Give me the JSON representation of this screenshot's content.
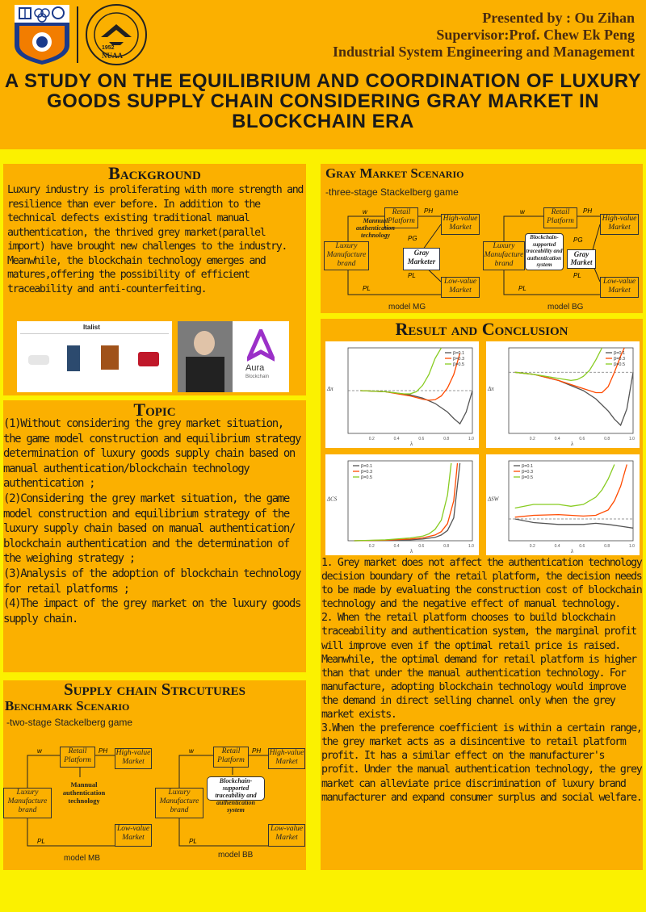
{
  "header": {
    "presenter": "Presented by : Ou Zihan",
    "supervisor": "Supervisor:Prof. Chew Ek Peng",
    "program": "Industrial System Engineering and Management",
    "title": "A study on the equilibrium and coordination of luxury goods supply chain considering gray market in blockchain era",
    "logo2_text": "NUAA",
    "logo2_year": "1952"
  },
  "background": {
    "heading": "Background",
    "text": "Luxury industry is proliferating with more strength and resilience than ever before. In addition to the technical defects existing traditional manual authentication, the thrived grey market(parallel import) have brought new challenges to the industry. Meanwhile, the blockchain technology emerges and matures,offering the possibility of efficient traceability and anti-counterfeiting.",
    "shop_brand": "Italist",
    "aura_brand": "Aura",
    "aura_sub": "Blockchain"
  },
  "topic": {
    "heading": "Topic",
    "items": [
      "(1)Without considering the grey market situation, the game model construction and equilibrium strategy determination of luxury goods supply chain based on manual authentication/blockchain technology authentication ;",
      "(2)Considering the grey market situation, the game model construction and equilibrium strategy of the luxury supply chain based on manual authentication/ blockchain authentication and the determination of the weighing strategy ;",
      "(3)Analysis of the adoption of  blockchain technology for retail platforms ;",
      "(4)The impact of the grey market on the luxury goods supply chain."
    ]
  },
  "supply": {
    "heading": "Supply chain Strcutures",
    "subheading": "Benchmark Scenario",
    "subnote": "-two-stage Stackelberg game",
    "model_mb": "model MB",
    "model_bb": "model BB"
  },
  "gray": {
    "heading": "Gray Market Scenario",
    "subnote": "-three-stage Stackelberg game",
    "model_mg": "model MG",
    "model_bg": "model BG"
  },
  "diagram": {
    "retail": "Retail Platform",
    "high": "High-value Market",
    "low": "Low-value Market",
    "manuf": "Luxury Manufacture brand",
    "manual": "Mannual authentication technology",
    "blockchain": "Blockchain-supported traceability and authentication system",
    "gray_marketer": "Gray Marketer",
    "gray_market": "Gray Market",
    "w": "w",
    "ph": "PH",
    "pl": "PL",
    "pg": "PG"
  },
  "result": {
    "heading": "Result and Conclusion",
    "p1": "1. Grey market does not affect the authentication technology decision boundary of the retail platform, the decision needs to be made by evaluating the construction cost of blockchain technology and the negative effect of manual technology.",
    "p2": "2. When the retail platform chooses to build blockchain traceability and authentication system, the marginal profit will improve even if the optimal retail price is raised. Meanwhile, the optimal demand for retail platform is higher than that under the manual authentication technology. For manufacture, adopting blockchain technology would improve the demand in direct selling channel only when the grey market exists.",
    "p3": "3.When the preference coefficient is within a certain range, the grey market acts as a disincentive to retail platform profit. It has a similar effect on the manufacturer's profit. Under the manual authentication technology, the grey market can alleviate price discrimination of luxury brand manufacturer and expand consumer surplus and social welfare."
  },
  "chart_data": [
    {
      "type": "line",
      "ylabel": "Δπ",
      "xlabel": "λ",
      "xlim": [
        0,
        1
      ],
      "ylim": [
        -0.08,
        0.08
      ],
      "legend": [
        "β=0.1",
        "β=0.3",
        "β=0.5"
      ],
      "series": [
        {
          "name": "β=0.1",
          "x": [
            0.1,
            0.3,
            0.5,
            0.6,
            0.7,
            0.8,
            0.85,
            0.9,
            0.95,
            1.0
          ],
          "values": [
            0,
            -0.002,
            -0.008,
            -0.014,
            -0.024,
            -0.04,
            -0.052,
            -0.062,
            -0.04,
            0.0
          ]
        },
        {
          "name": "β=0.3",
          "x": [
            0.1,
            0.3,
            0.5,
            0.6,
            0.65,
            0.7,
            0.75,
            0.8,
            0.85,
            0.9
          ],
          "values": [
            0,
            -0.002,
            -0.01,
            -0.016,
            -0.018,
            -0.017,
            -0.01,
            0.005,
            0.03,
            0.07
          ]
        },
        {
          "name": "β=0.5",
          "x": [
            0.1,
            0.3,
            0.45,
            0.5,
            0.55,
            0.6,
            0.65,
            0.7,
            0.75
          ],
          "values": [
            0,
            -0.002,
            -0.006,
            -0.006,
            -0.002,
            0.01,
            0.03,
            0.06,
            0.08
          ]
        }
      ]
    },
    {
      "type": "line",
      "ylabel": "Δπ",
      "xlabel": "λ",
      "xlim": [
        0,
        1
      ],
      "ylim": [
        -0.15,
        0.06
      ],
      "legend": [
        "β=0.1",
        "β=0.3",
        "β=0.5"
      ],
      "series": [
        {
          "name": "β=0.1",
          "x": [
            0.05,
            0.2,
            0.4,
            0.6,
            0.7,
            0.8,
            0.85,
            0.9,
            0.95,
            1.0
          ],
          "values": [
            0,
            -0.005,
            -0.02,
            -0.045,
            -0.065,
            -0.095,
            -0.115,
            -0.13,
            -0.09,
            0.0
          ]
        },
        {
          "name": "β=0.3",
          "x": [
            0.05,
            0.2,
            0.4,
            0.6,
            0.7,
            0.75,
            0.8,
            0.85,
            0.9,
            0.93
          ],
          "values": [
            0,
            -0.005,
            -0.02,
            -0.04,
            -0.05,
            -0.05,
            -0.035,
            0.0,
            0.04,
            0.06
          ]
        },
        {
          "name": "β=0.5",
          "x": [
            0.05,
            0.2,
            0.4,
            0.5,
            0.55,
            0.6,
            0.65,
            0.7,
            0.75
          ],
          "values": [
            0,
            -0.005,
            -0.015,
            -0.02,
            -0.018,
            -0.01,
            0.005,
            0.03,
            0.06
          ]
        }
      ]
    },
    {
      "type": "line",
      "ylabel": "ΔCS",
      "xlabel": "λ",
      "xlim": [
        0,
        1
      ],
      "ylim": [
        0,
        70
      ],
      "legend": [
        "β=0.1",
        "β=0.3",
        "β=0.5"
      ],
      "series": [
        {
          "name": "β=0.1",
          "x": [
            0.05,
            0.3,
            0.5,
            0.6,
            0.7,
            0.75,
            0.8,
            0.85,
            0.9
          ],
          "values": [
            0,
            0.3,
            0.8,
            1.5,
            3,
            5,
            9,
            20,
            68
          ]
        },
        {
          "name": "β=0.3",
          "x": [
            0.05,
            0.3,
            0.5,
            0.6,
            0.7,
            0.75,
            0.8,
            0.85,
            0.88
          ],
          "values": [
            0,
            0.5,
            1.5,
            2.5,
            5,
            8,
            15,
            35,
            68
          ]
        },
        {
          "name": "β=0.5",
          "x": [
            0.05,
            0.3,
            0.5,
            0.6,
            0.65,
            0.7,
            0.75,
            0.8,
            0.83
          ],
          "values": [
            0,
            0.8,
            2.5,
            4,
            6,
            10,
            18,
            40,
            68
          ]
        }
      ]
    },
    {
      "type": "line",
      "ylabel": "ΔSW",
      "xlabel": "λ",
      "xlim": [
        0,
        1
      ],
      "ylim": [
        -0.06,
        0.16
      ],
      "legend": [
        "β=0.1",
        "β=0.3",
        "β=0.5"
      ],
      "series": [
        {
          "name": "β=0.1",
          "x": [
            0.05,
            0.2,
            0.4,
            0.6,
            0.7,
            0.8,
            0.9,
            1.0
          ],
          "values": [
            0,
            -0.01,
            -0.015,
            -0.015,
            -0.012,
            -0.015,
            -0.02,
            -0.025
          ]
        },
        {
          "name": "β=0.3",
          "x": [
            0.05,
            0.2,
            0.4,
            0.6,
            0.7,
            0.8,
            0.85,
            0.9,
            0.95
          ],
          "values": [
            0.005,
            0.01,
            0.012,
            0.008,
            0.01,
            0.025,
            0.05,
            0.09,
            0.15
          ]
        },
        {
          "name": "β=0.5",
          "x": [
            0.05,
            0.2,
            0.4,
            0.5,
            0.6,
            0.7,
            0.75,
            0.8,
            0.85
          ],
          "values": [
            0.03,
            0.04,
            0.04,
            0.035,
            0.04,
            0.06,
            0.08,
            0.11,
            0.15
          ]
        }
      ]
    }
  ],
  "colors": {
    "panel": "#fbb000",
    "frame": "#fbf100",
    "series": [
      "#555555",
      "#ff4a00",
      "#88cc22"
    ]
  }
}
